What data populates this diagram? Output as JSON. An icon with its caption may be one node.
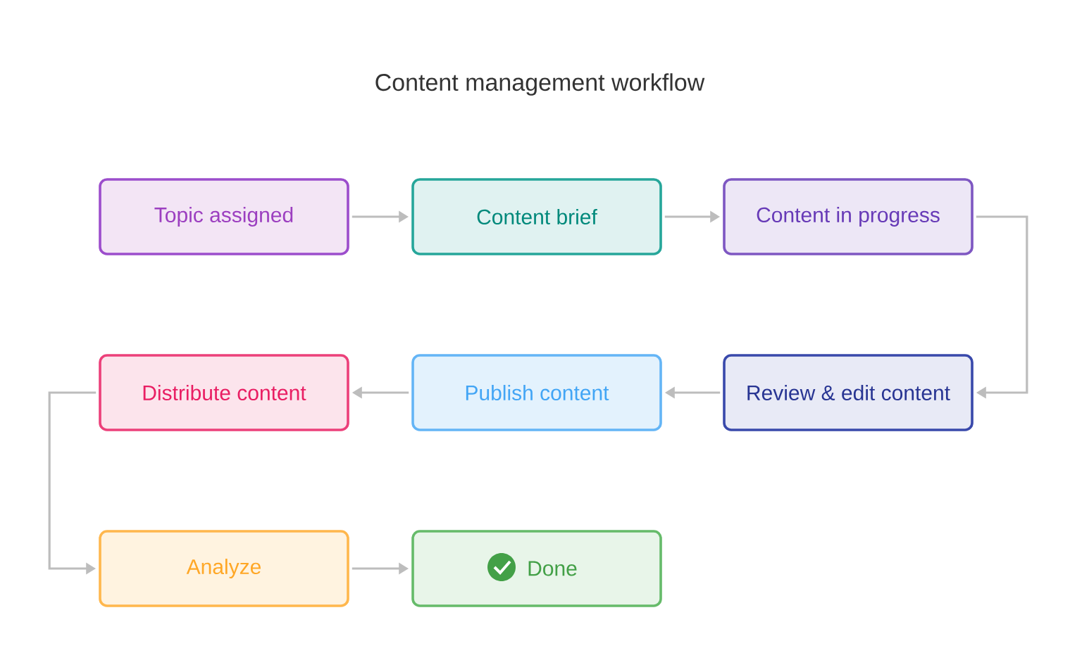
{
  "diagram": {
    "title": "Content management workflow",
    "nodes": [
      {
        "text": [
          "Topic assigned"
        ]
      },
      {
        "text": [
          "Content brief"
        ]
      },
      {
        "text": [
          "Content in progress"
        ]
      },
      {
        "text": [
          "Review & edit content"
        ]
      },
      {
        "text": [
          "Publish content"
        ]
      },
      {
        "text": [
          "Distribute content"
        ]
      },
      {
        "text": [
          "Analyze"
        ]
      },
      {
        "text": [
          "Done"
        ]
      }
    ],
    "edges": [
      {
        "from": 0,
        "to": 1,
        "arrow": "to"
      },
      {
        "from": 1,
        "to": 2,
        "arrow": "to"
      },
      {
        "from": 2,
        "to": 3,
        "arrow": "to"
      },
      {
        "from": 3,
        "to": 4,
        "arrow": "to"
      },
      {
        "from": 4,
        "to": 5,
        "arrow": "to"
      },
      {
        "from": 5,
        "to": 6,
        "arrow": "to"
      },
      {
        "from": 6,
        "to": 7,
        "arrow": "to"
      }
    ]
  }
}
